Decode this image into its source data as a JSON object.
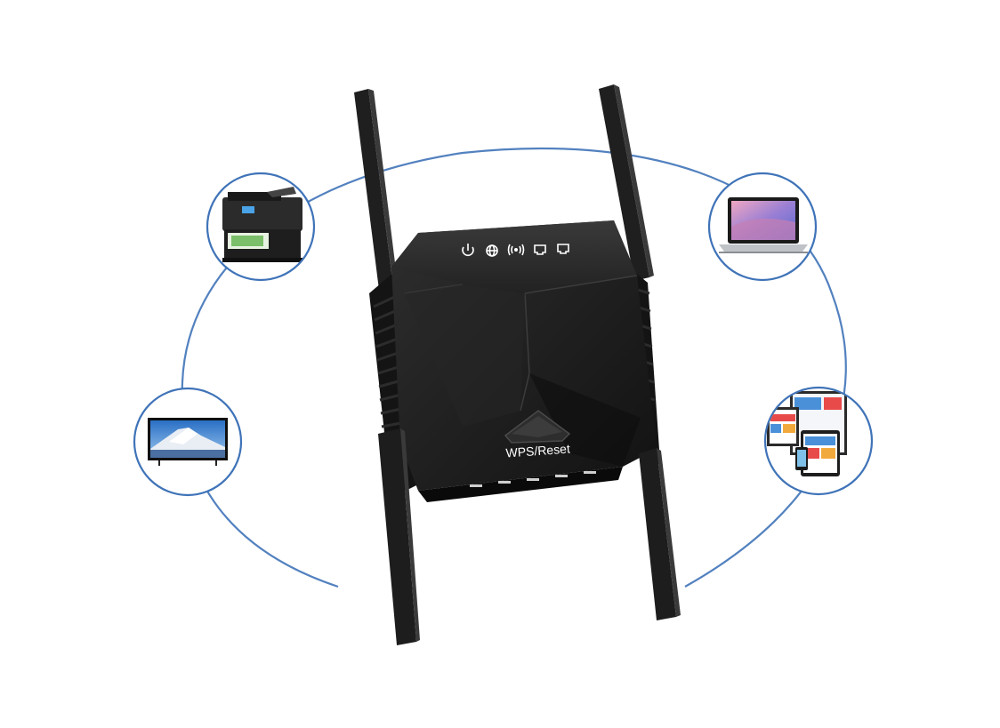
{
  "device": {
    "button_label": "WPS/Reset",
    "indicator_icons": [
      "power-icon",
      "globe-icon",
      "wifi-signal-icon",
      "lan-port-icon",
      "lan-port-icon"
    ]
  },
  "connected_devices": [
    {
      "name": "printer",
      "icon": "printer-icon"
    },
    {
      "name": "laptop",
      "icon": "laptop-icon"
    },
    {
      "name": "tv",
      "icon": "tv-icon"
    },
    {
      "name": "multi-device",
      "icon": "multi-device-icon"
    }
  ],
  "colors": {
    "ring": "#3f73b8",
    "device_body": "#1c1c1c",
    "antenna": "#202020"
  }
}
